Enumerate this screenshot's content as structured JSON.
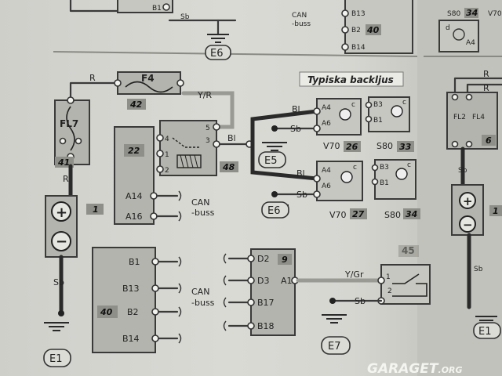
{
  "watermark": {
    "main": "GARAGET",
    "suffix": ".ORG"
  },
  "title": "Typiska backljus",
  "wire_colors": {
    "r": "R",
    "yr": "Y/R",
    "bl": "Bl",
    "sb": "Sb",
    "ygr": "Y/Gr"
  },
  "fuses": {
    "f4": "F4",
    "fl7": "FL7",
    "fl2": "FL2",
    "fl4": "FL4"
  },
  "refs": {
    "n1": "1",
    "n6": "6",
    "n9": "9",
    "n22": "22",
    "n26": "26",
    "n27": "27",
    "n33": "33",
    "n34": "34",
    "n40": "40",
    "n41": "41",
    "n42": "42",
    "n45": "45",
    "n48": "48"
  },
  "grounds": {
    "e1": "E1",
    "e5": "E5",
    "e6": "E6",
    "e7": "E7"
  },
  "module22": {
    "a14": "A14",
    "a16": "A16",
    "can": "CAN",
    "buss": "-buss"
  },
  "relay_pins": {
    "p1": "1",
    "p2": "2",
    "p3": "3",
    "p4": "4",
    "p5": "5"
  },
  "lamp": {
    "a4": "A4",
    "a6": "A6",
    "b1": "B1",
    "b3": "B3",
    "c": "c",
    "d": "d"
  },
  "models": {
    "v70": "V70",
    "s80": "S80"
  },
  "module40": {
    "b1": "B1",
    "b2": "B2",
    "b13": "B13",
    "b14": "B14",
    "can": "CAN",
    "buss": "-buss"
  },
  "module9": {
    "d2": "D2",
    "d3": "D3",
    "b17": "B17",
    "b18": "B18",
    "a1": "A1"
  },
  "switch45": {
    "p1": "1",
    "p2": "2"
  },
  "battery": {
    "plus": "+",
    "minus": "−"
  }
}
